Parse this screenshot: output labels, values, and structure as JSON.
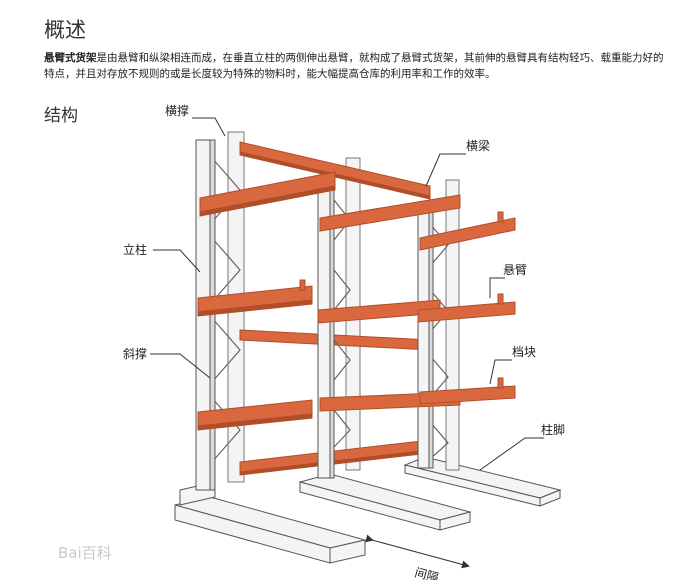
{
  "headings": {
    "overview": "概述",
    "structure": "结构"
  },
  "intro": {
    "term": "悬臂式货架",
    "text": "是由悬臂和纵梁相连而成，在垂直立柱的两侧伸出悬臂，就构成了悬臂式货架，其前伸的悬臂具有结构轻巧、载重能力好的特点，并且对存放不规则的或是长度较为特殊的物料时，能大幅提高仓库的利用率和工作的效率。"
  },
  "diagram": {
    "labels": {
      "cross_brace": "横撑",
      "crossbeam": "横梁",
      "upright": "立柱",
      "cantilever_arm": "悬臂",
      "diagonal_brace": "斜撑",
      "stopper": "档块",
      "base_foot": "柱脚",
      "spacing": "间隔"
    },
    "colors": {
      "arm": "#d9683e",
      "arm_dark": "#b04e2a",
      "steel": "#f4f4f4",
      "outline": "#555555"
    }
  },
  "watermark": {
    "text": "Bai百科"
  }
}
